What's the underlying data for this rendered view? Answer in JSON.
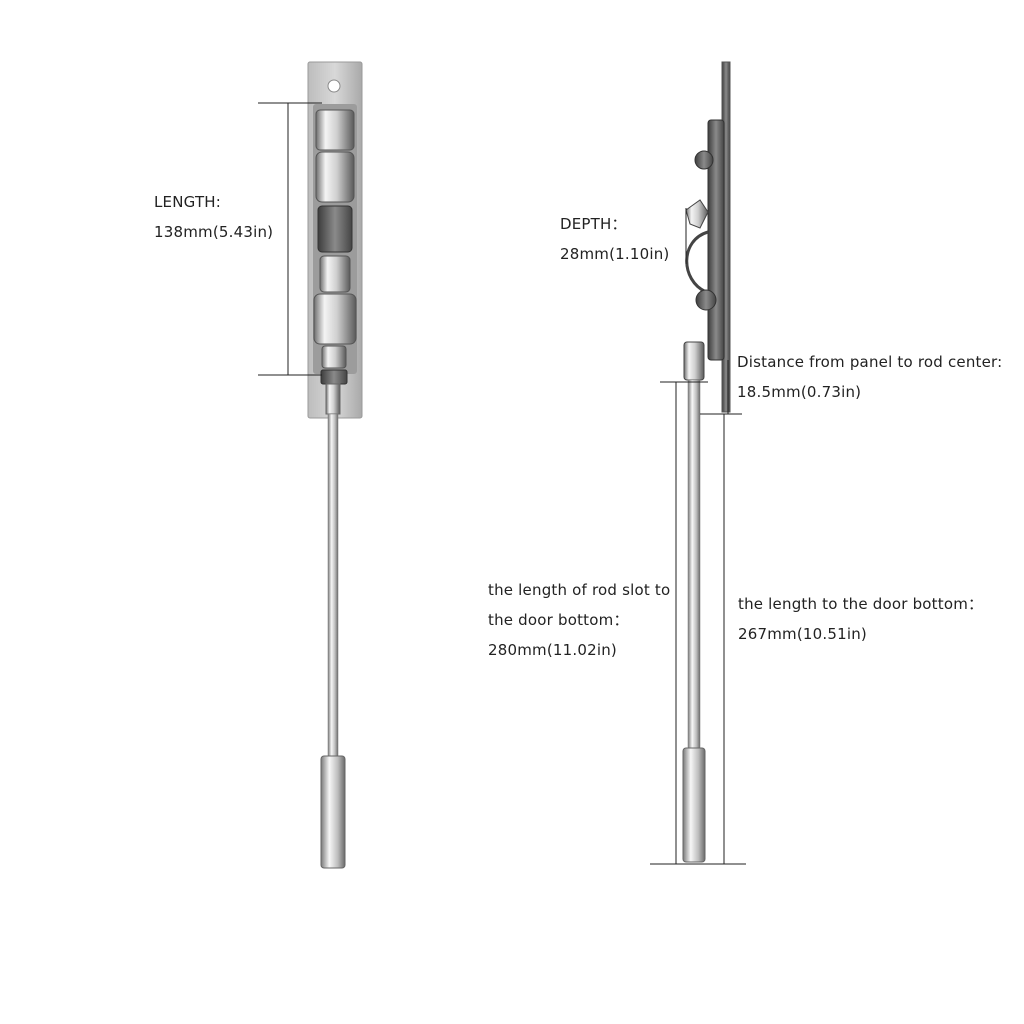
{
  "length": {
    "title": "LENGTH:",
    "value": "138mm(5.43in)"
  },
  "depth": {
    "title": "DEPTH：",
    "value": "28mm(1.10in)"
  },
  "panel_to_rod": {
    "title": "Distance from panel to rod center:",
    "value": "18.5mm(0.73in)"
  },
  "rod_slot_length": {
    "line1": "the length of rod slot to",
    "line2": "the door bottom：",
    "value": "280mm(11.02in)"
  },
  "door_bottom_length": {
    "title": "the length to the door bottom：",
    "value": "267mm(10.51in)"
  }
}
